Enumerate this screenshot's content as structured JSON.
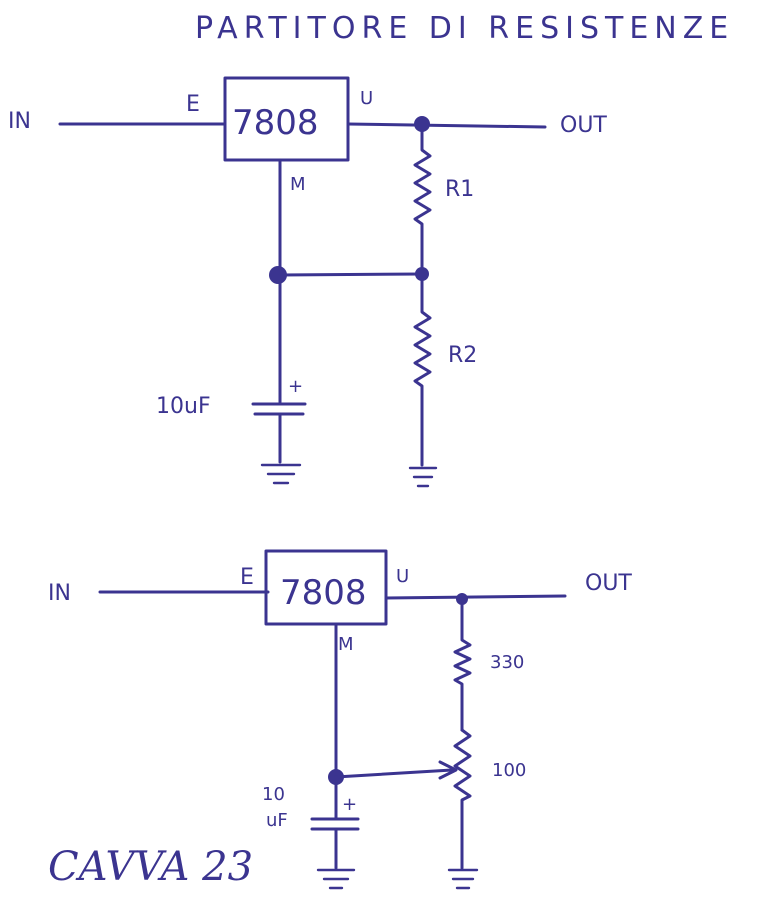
{
  "title": "PARTITORE DI RESISTENZE",
  "signature": "CAVVA 23",
  "colors": {
    "ink": "#3b3490",
    "paper": "#ffffff"
  },
  "circuit_1": {
    "in_label": "IN",
    "out_label": "OUT",
    "regulator": "7808",
    "pin_in": "E",
    "pin_out": "U",
    "pin_common": "M",
    "r1_label": "R1",
    "r2_label": "R2",
    "capacitor_label": "10uF",
    "capacitor_polarity": "+"
  },
  "circuit_2": {
    "in_label": "IN",
    "out_label": "OUT",
    "regulator": "7808",
    "pin_in": "E",
    "pin_out": "U",
    "pin_common": "M",
    "resistor_label": "330",
    "trimmer_label": "100",
    "capacitor_label_line1": "10",
    "capacitor_label_line2": "uF",
    "capacitor_polarity": "+"
  }
}
